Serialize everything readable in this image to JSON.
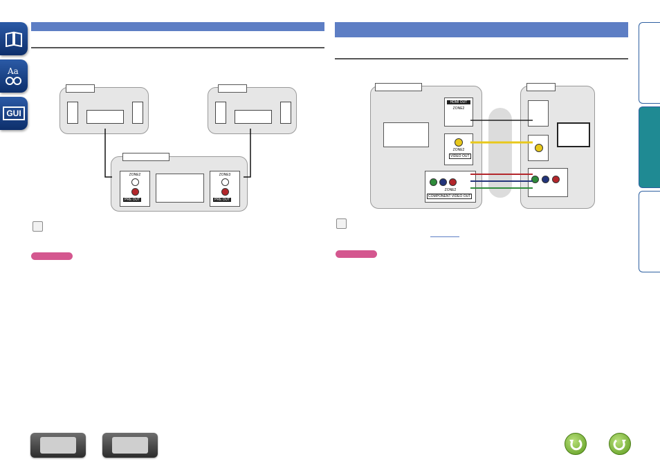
{
  "left_nav": {
    "items": [
      {
        "name": "contents",
        "icon": "book-icon"
      },
      {
        "name": "index",
        "icon": "aa-index-icon"
      },
      {
        "name": "gui",
        "icon": "gui-icon",
        "label": "GUI"
      }
    ]
  },
  "right_tabs": {
    "items": [
      {
        "name": "tab-top",
        "active": false
      },
      {
        "name": "tab-middle",
        "active": true
      },
      {
        "name": "tab-bottom",
        "active": false
      }
    ]
  },
  "left_section": {
    "header_bar_color": "#5d7ec4",
    "zone2_label": "ZONE2",
    "zone3_label": "ZONE3",
    "pre_out_label": "PRE OUT"
  },
  "right_section": {
    "header_bar_color": "#5d7ec4",
    "hdmi_out_label": "HDMI OUT",
    "zone2_label": "ZONE2",
    "video_out_label": "VIDEO OUT",
    "component_label": "COMPONENT VIDEO OUT"
  },
  "colors": {
    "caution_pill": "#d4578f",
    "accent_tab": "#1f8a93",
    "nav_dark": "#0d2f6b"
  },
  "bottom": {
    "front_panel_icon": "front-panel-icon",
    "remote_icon": "remote-control-icon",
    "back_icon": "back-arrow-icon",
    "forward_icon": "forward-arrow-icon"
  }
}
